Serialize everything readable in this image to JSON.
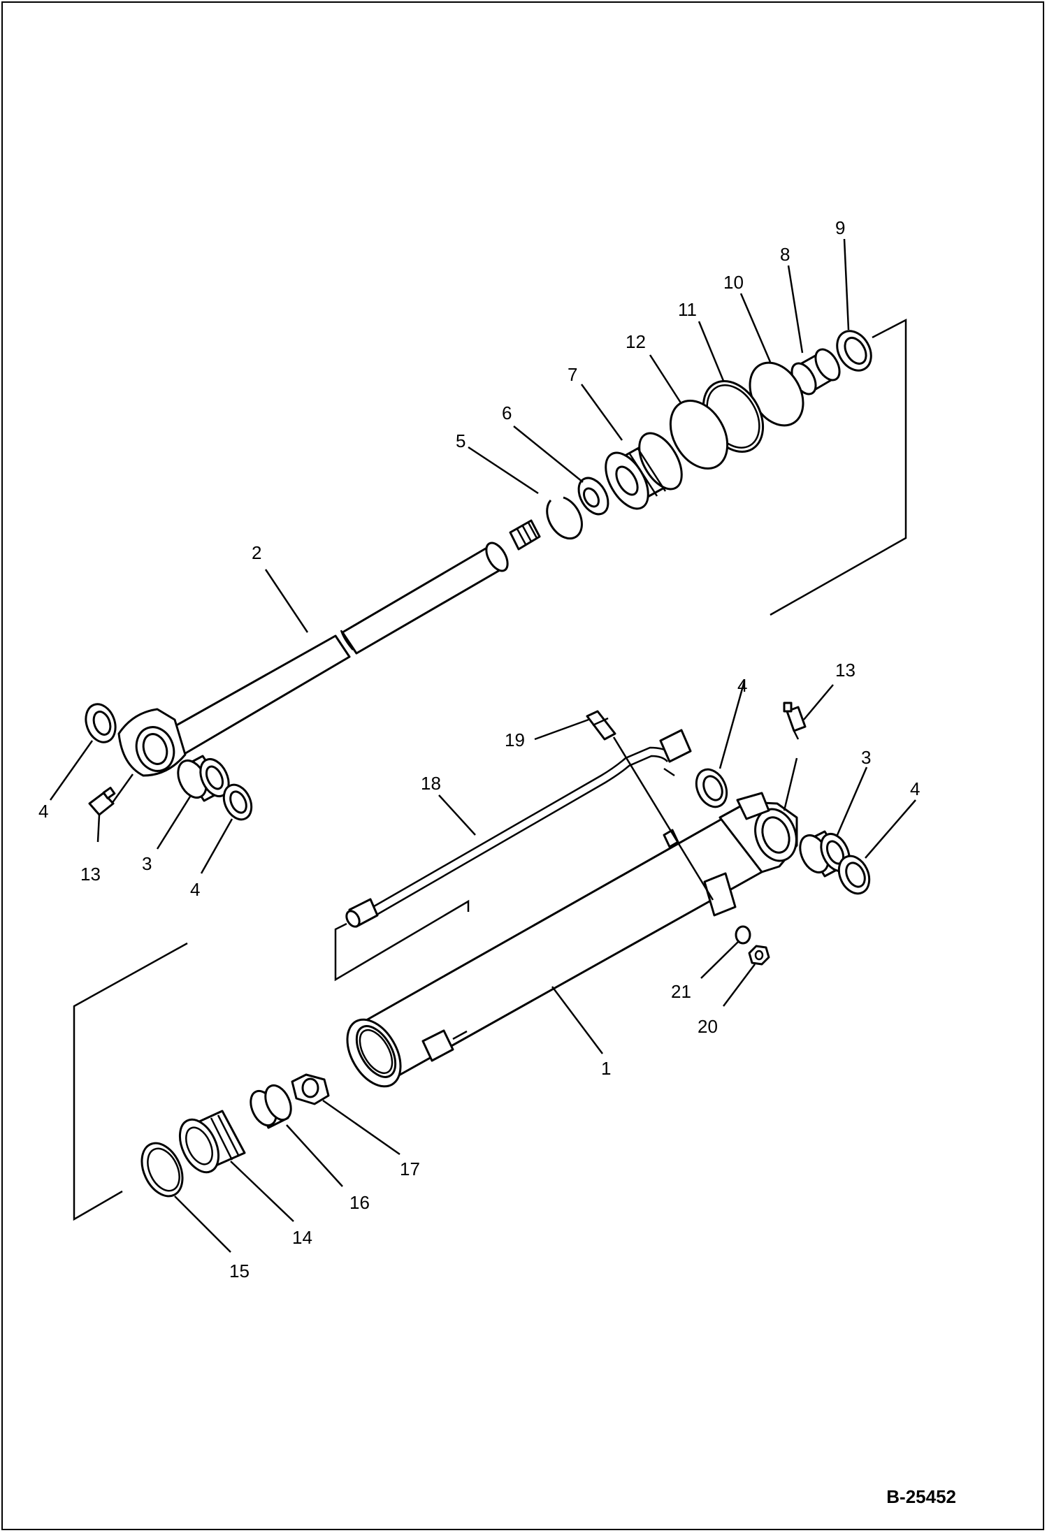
{
  "drawing_id": "B-25452",
  "callouts": [
    {
      "key": "c9",
      "label": "9"
    },
    {
      "key": "c8",
      "label": "8"
    },
    {
      "key": "c10",
      "label": "10"
    },
    {
      "key": "c11",
      "label": "11"
    },
    {
      "key": "c12",
      "label": "12"
    },
    {
      "key": "c7",
      "label": "7"
    },
    {
      "key": "c6",
      "label": "6"
    },
    {
      "key": "c5",
      "label": "5"
    },
    {
      "key": "c2",
      "label": "2"
    },
    {
      "key": "c4a",
      "label": "4"
    },
    {
      "key": "c13a",
      "label": "13"
    },
    {
      "key": "c3a",
      "label": "3"
    },
    {
      "key": "c4b",
      "label": "4"
    },
    {
      "key": "c19",
      "label": "19"
    },
    {
      "key": "c18",
      "label": "18"
    },
    {
      "key": "c4c",
      "label": "4"
    },
    {
      "key": "c13b",
      "label": "13"
    },
    {
      "key": "c3b",
      "label": "3"
    },
    {
      "key": "c4d",
      "label": "4"
    },
    {
      "key": "c21",
      "label": "21"
    },
    {
      "key": "c20",
      "label": "20"
    },
    {
      "key": "c1",
      "label": "1"
    },
    {
      "key": "c17",
      "label": "17"
    },
    {
      "key": "c16",
      "label": "16"
    },
    {
      "key": "c14",
      "label": "14"
    },
    {
      "key": "c15",
      "label": "15"
    }
  ]
}
